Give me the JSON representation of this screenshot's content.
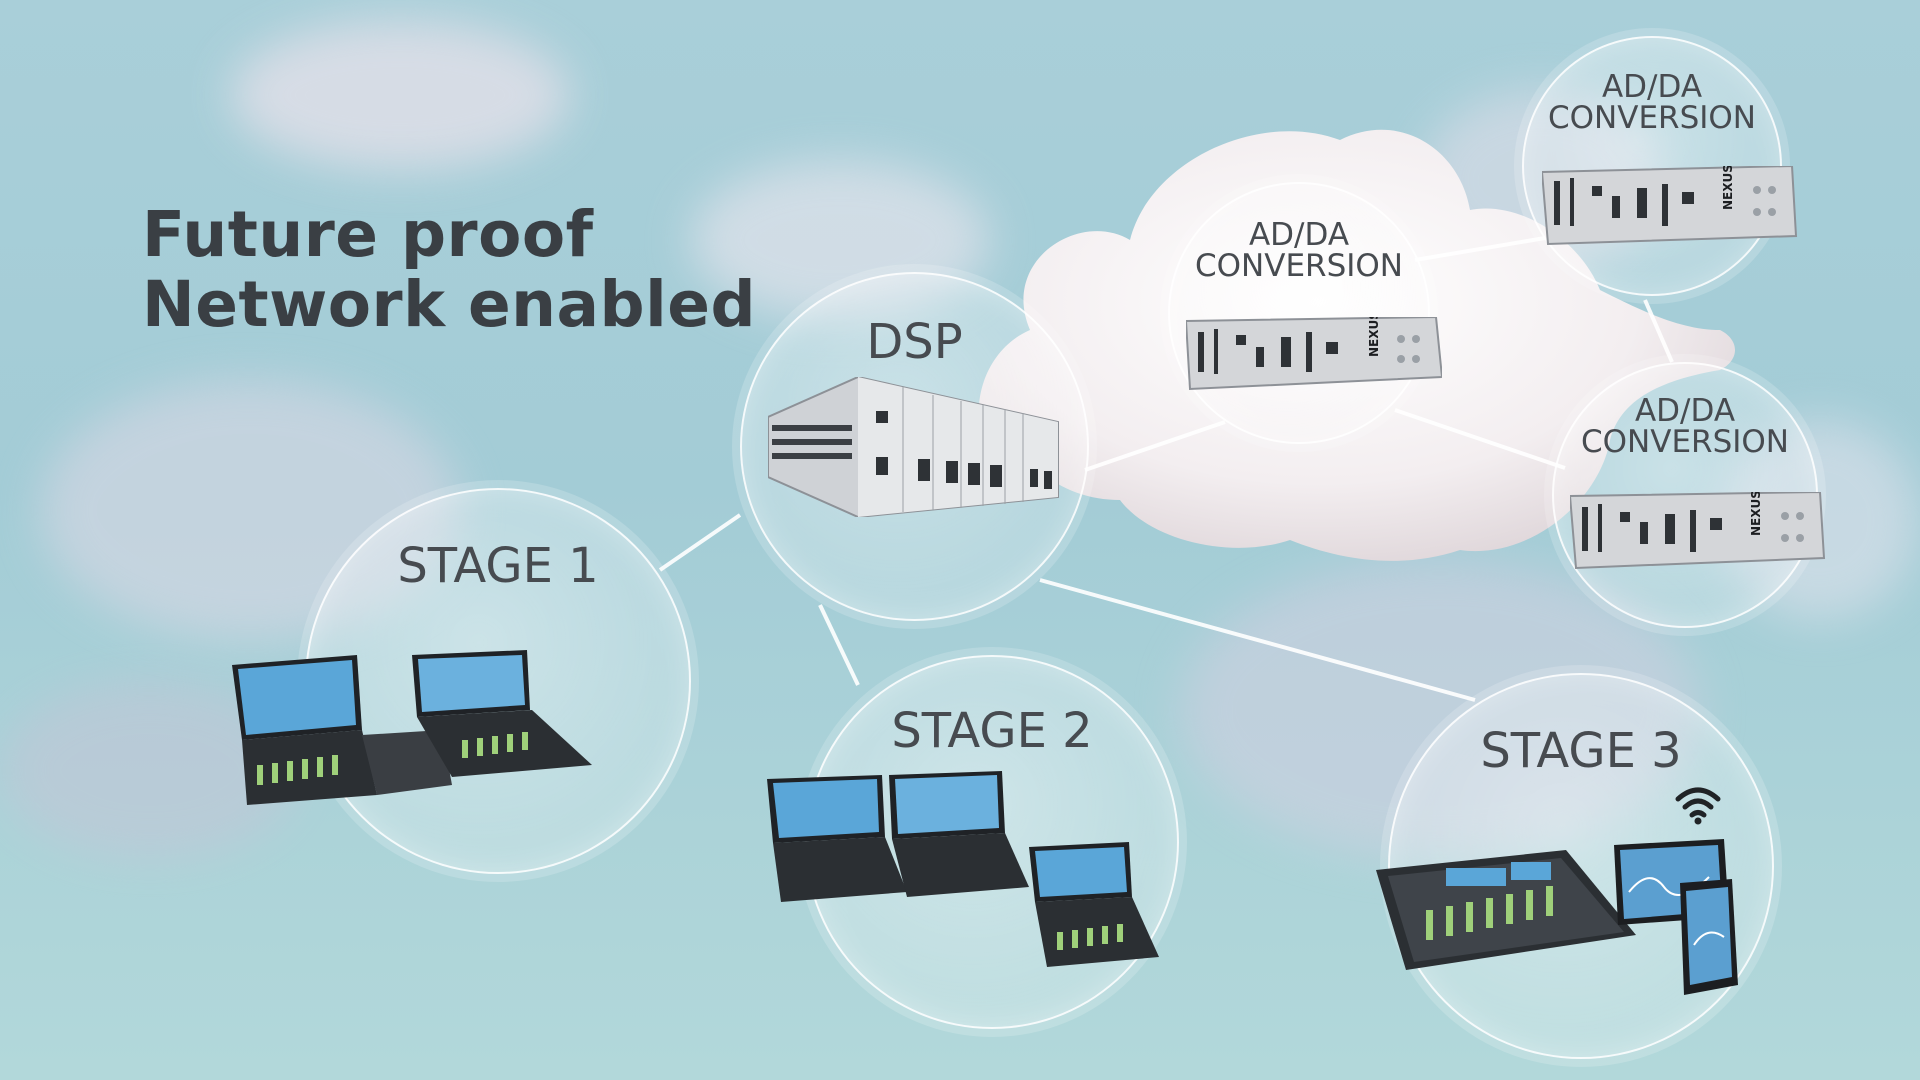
{
  "headline": {
    "line1": "Future proof",
    "line2": "Network enabled"
  },
  "nodes": {
    "dsp": {
      "label": "DSP"
    },
    "stage1": {
      "label": "STAGE 1"
    },
    "stage2": {
      "label": "STAGE 2"
    },
    "stage3": {
      "label": "STAGE 3"
    },
    "adda_center": {
      "line1": "AD/DA",
      "line2": "CONVERSION"
    },
    "adda_top_right": {
      "line1": "AD/DA",
      "line2": "CONVERSION"
    },
    "adda_right": {
      "line1": "AD/DA",
      "line2": "CONVERSION"
    }
  },
  "device_labels": {
    "nexus": "NEXUS"
  },
  "colors": {
    "sky": "#a9cfd9",
    "text": "#3a3f44",
    "link": "#ffffff"
  }
}
